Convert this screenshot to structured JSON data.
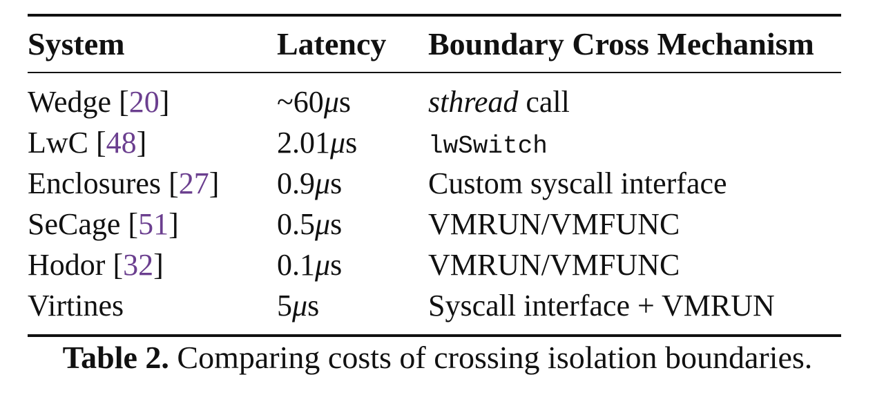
{
  "table": {
    "headers": {
      "system": "System",
      "latency": "Latency",
      "mechanism": "Boundary Cross Mechanism"
    },
    "rows": [
      {
        "system": "Wedge",
        "ref": "20",
        "latency_num": "~60",
        "latency_unit_mu": "μ",
        "latency_unit_s": "s",
        "mechanism_main": "sthread",
        "mechanism_rest": " call",
        "mechanism_style": "italic-first"
      },
      {
        "system": "LwC",
        "ref": "48",
        "latency_num": "2.01",
        "latency_unit_mu": "μ",
        "latency_unit_s": "s",
        "mechanism_main": "lwSwitch",
        "mechanism_rest": "",
        "mechanism_style": "mono"
      },
      {
        "system": "Enclosures",
        "ref": "27",
        "latency_num": "0.9",
        "latency_unit_mu": "μ",
        "latency_unit_s": "s",
        "mechanism_main": "Custom syscall interface",
        "mechanism_rest": "",
        "mechanism_style": "plain"
      },
      {
        "system": "SeCage",
        "ref": "51",
        "latency_num": "0.5",
        "latency_unit_mu": "μ",
        "latency_unit_s": "s",
        "mechanism_main": "VMRUN/VMFUNC",
        "mechanism_rest": "",
        "mechanism_style": "plain"
      },
      {
        "system": "Hodor",
        "ref": "32",
        "latency_num": "0.1",
        "latency_unit_mu": "μ",
        "latency_unit_s": "s",
        "mechanism_main": "VMRUN/VMFUNC",
        "mechanism_rest": "",
        "mechanism_style": "plain"
      },
      {
        "system": "Virtines",
        "ref": "",
        "latency_num": "5",
        "latency_unit_mu": "μ",
        "latency_unit_s": "s",
        "mechanism_main": "Syscall interface + VMRUN",
        "mechanism_rest": "",
        "mechanism_style": "plain"
      }
    ]
  },
  "caption": {
    "label": "Table 2.",
    "text": " Comparing costs of crossing isolation boundaries."
  },
  "colors": {
    "text": "#111111",
    "citation": "#6b3f8f"
  }
}
